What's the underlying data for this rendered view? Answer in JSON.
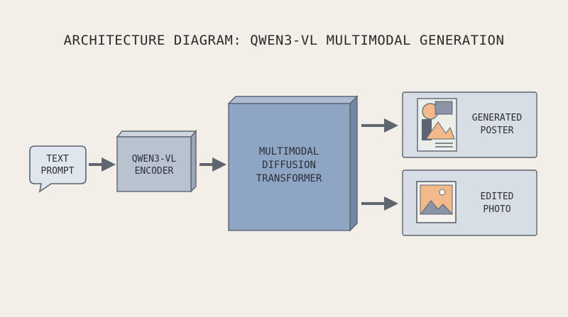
{
  "title": "ARCHITECTURE DIAGRAM: QWEN3-VL MULTIMODAL GENERATION",
  "nodes": {
    "text_prompt": [
      "TEXT",
      "PROMPT"
    ],
    "encoder": [
      "QWEN3-VL",
      "ENCODER"
    ],
    "transformer": [
      "MULTIMODAL",
      "DIFFUSION",
      "TRANSFORMER"
    ],
    "poster": [
      "GENERATED",
      "POSTER"
    ],
    "photo": [
      "EDITED",
      "PHOTO"
    ]
  },
  "icons": {
    "poster": "poster-image-icon",
    "photo": "photo-image-icon",
    "prompt": "speech-bubble-icon"
  },
  "colors": {
    "background": "#f3efe8",
    "box_stroke": "#5a6472",
    "bubble_fill": "#dfe6ee",
    "encoder_fill": "#b9c3cf",
    "transformer_fill": "#8fa5c4",
    "output_fill": "#d8dee6",
    "arrow": "#5f6670",
    "icon_orange": "#f2b98a",
    "icon_dark": "#5c6373"
  }
}
